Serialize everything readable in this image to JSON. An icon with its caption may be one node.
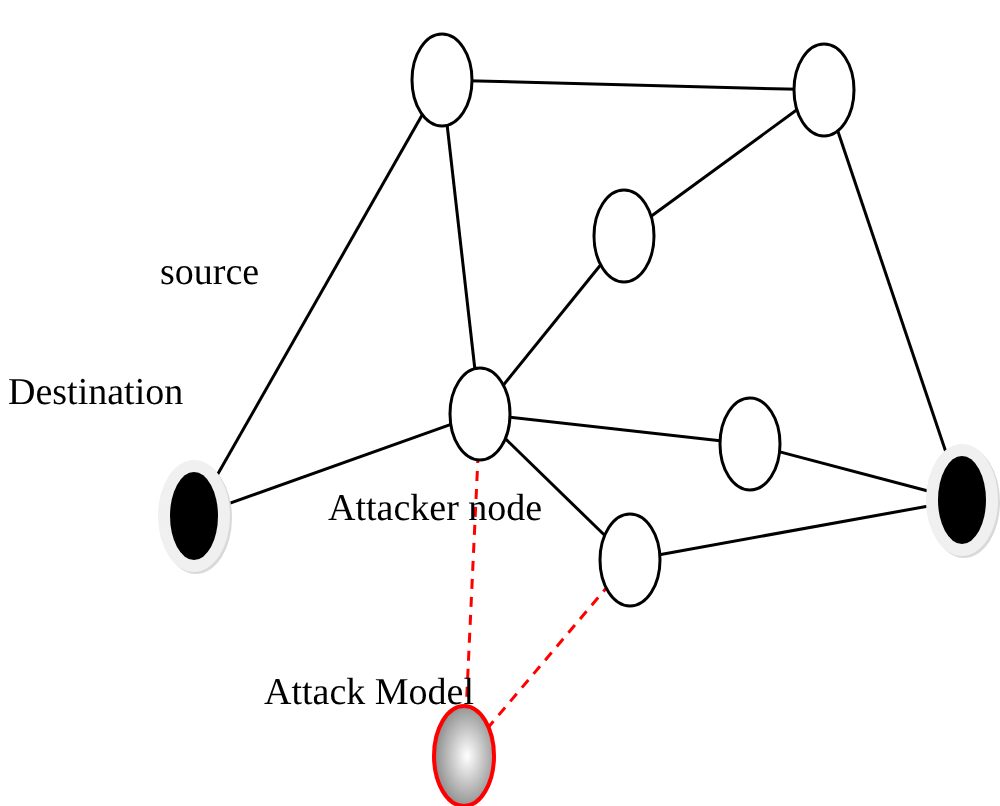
{
  "diagram": {
    "nodes": [
      {
        "text": [],
        "shape": "circle"
      },
      {
        "text": [],
        "shape": "circle"
      },
      {
        "text": [],
        "shape": "circle"
      },
      {
        "text": [],
        "shape": "circle"
      },
      {
        "text": [],
        "shape": "circle"
      },
      {
        "text": [],
        "shape": "circle"
      },
      {
        "text": [],
        "shape": "circle"
      },
      {
        "text": [],
        "shape": "circle"
      },
      {
        "text": [],
        "shape": "circle"
      }
    ],
    "edges": [
      {
        "from": 0,
        "to": 1,
        "arrow": "none"
      },
      {
        "from": 0,
        "to": 6,
        "arrow": "none"
      },
      {
        "from": 0,
        "to": 3,
        "arrow": "none"
      },
      {
        "from": 1,
        "to": 2,
        "arrow": "none"
      },
      {
        "from": 1,
        "to": 7,
        "arrow": "none"
      },
      {
        "from": 2,
        "to": 3,
        "arrow": "none"
      },
      {
        "from": 3,
        "to": 6,
        "arrow": "none"
      },
      {
        "from": 3,
        "to": 4,
        "arrow": "none"
      },
      {
        "from": 4,
        "to": 7,
        "arrow": "none"
      },
      {
        "from": 3,
        "to": 5,
        "arrow": "none"
      },
      {
        "from": 5,
        "to": 7,
        "arrow": "none"
      },
      {
        "from": 3,
        "to": 8,
        "arrow": "none",
        "style": "dashed",
        "color": "#ff0000"
      },
      {
        "from": 5,
        "to": 8,
        "arrow": "none",
        "style": "dashed",
        "color": "#ff0000"
      }
    ],
    "labels": [
      "source",
      "Destination",
      "Attacker node",
      "Attack Model"
    ]
  }
}
